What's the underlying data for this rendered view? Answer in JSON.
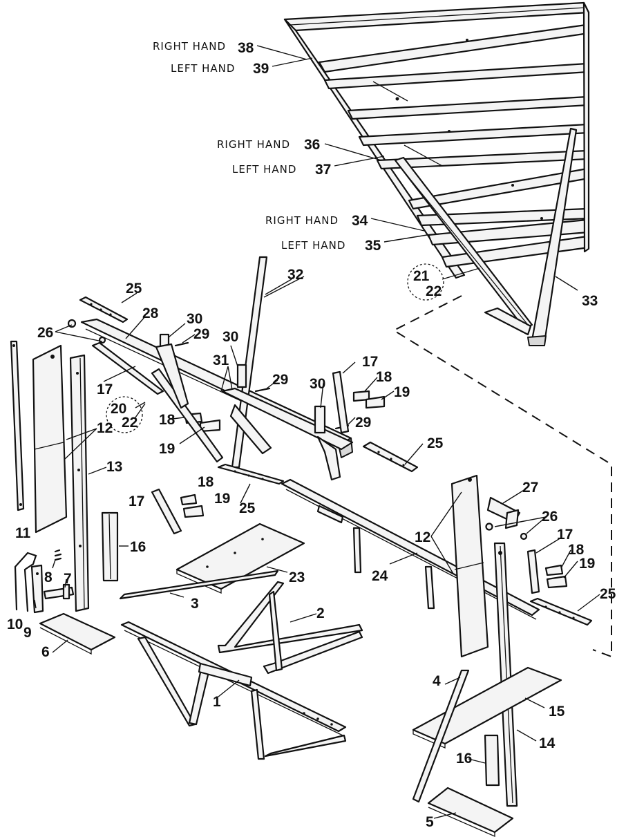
{
  "diagram": {
    "hand_labels": {
      "right_hand": "RIGHT HAND",
      "left_hand": "LEFT HAND"
    },
    "callouts": {
      "n1": "1",
      "n2": "2",
      "n3": "3",
      "n4": "4",
      "n5": "5",
      "n6": "6",
      "n7": "7",
      "n8": "8",
      "n9": "9",
      "n10": "10",
      "n11": "11",
      "n12": "12",
      "n13": "13",
      "n14": "14",
      "n15": "15",
      "n16": "16",
      "n17": "17",
      "n18": "18",
      "n19": "19",
      "n20": "20",
      "n21": "21",
      "n22": "22",
      "n23": "23",
      "n24": "24",
      "n25": "25",
      "n26": "26",
      "n27": "27",
      "n28": "28",
      "n29": "29",
      "n30": "30",
      "n31": "31",
      "n32": "32",
      "n33": "33",
      "n34": "34",
      "n35": "35",
      "n36": "36",
      "n37": "37",
      "n38": "38",
      "n39": "39"
    }
  }
}
